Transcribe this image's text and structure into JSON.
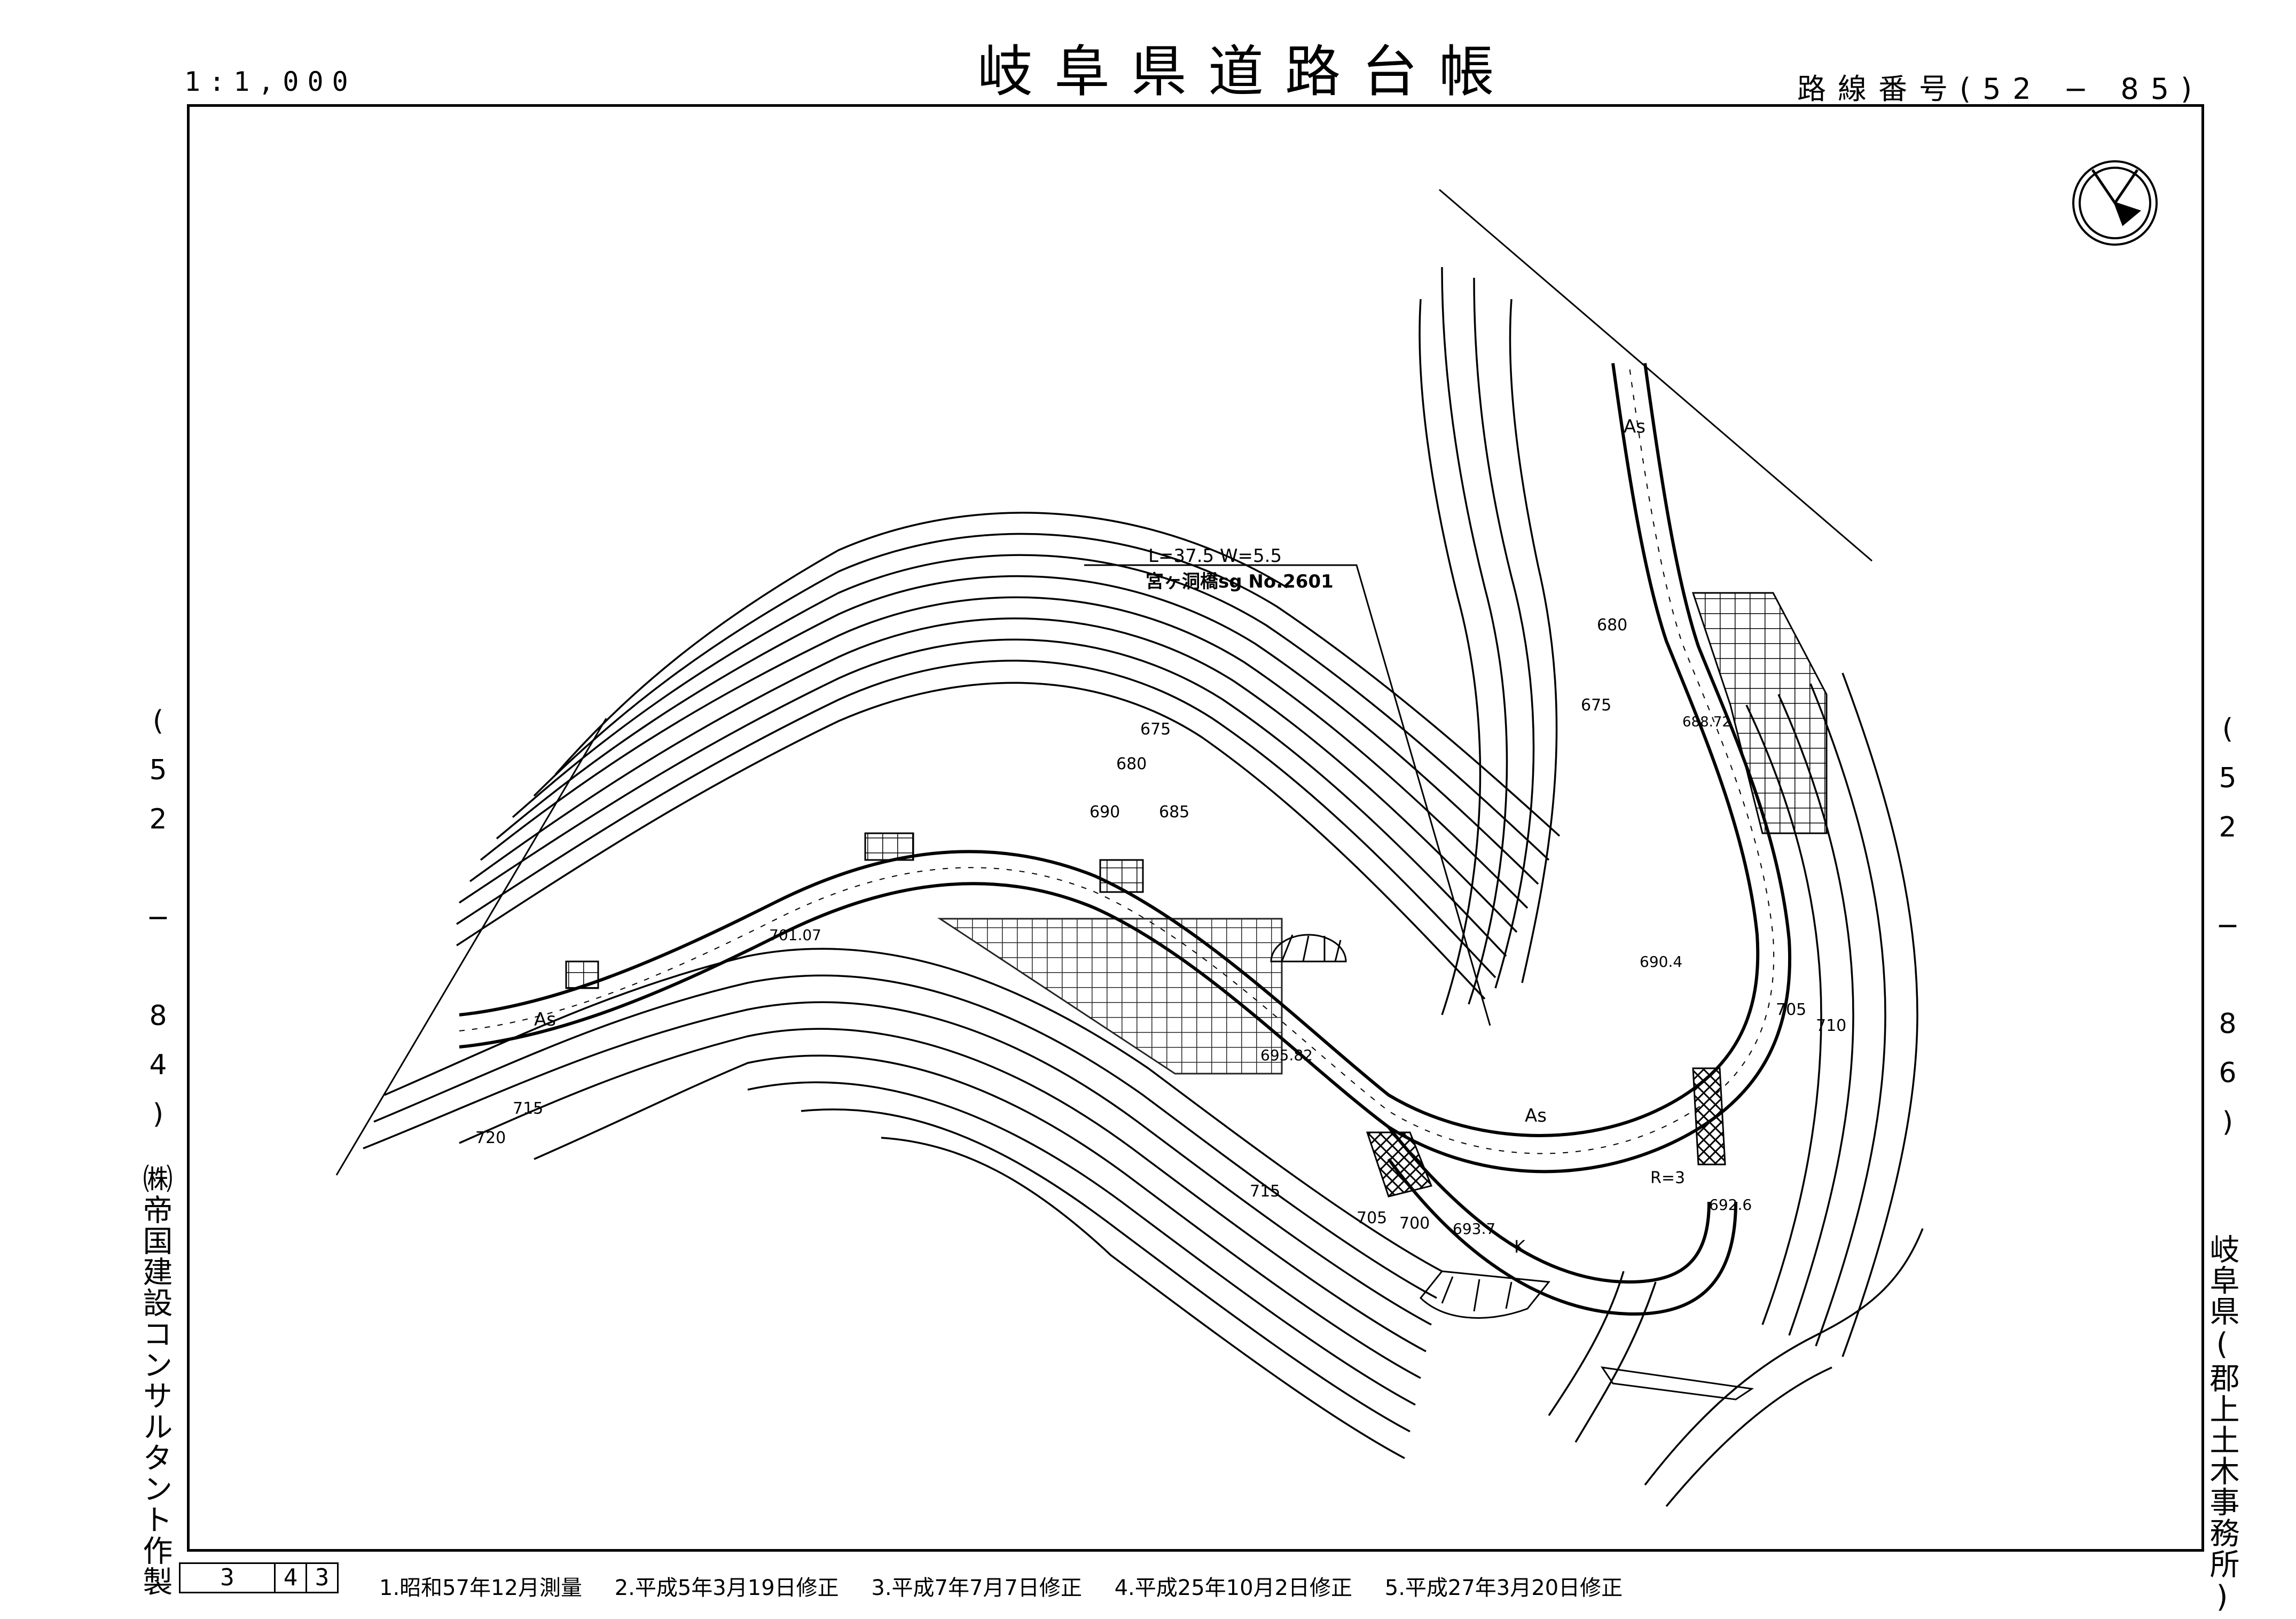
{
  "header": {
    "scale": "1:1,000",
    "title": "岐阜県道路台帳",
    "route_number": "路線番号(52 − 85)"
  },
  "margins": {
    "adjacent_left": "(52 − 84)",
    "adjacent_right": "(52 − 86)",
    "maker": "㈱帝国建設コンサルタント作製",
    "office": "岐阜県(郡上土木事務所)"
  },
  "sheet": {
    "cells": [
      "3",
      "4",
      "3"
    ]
  },
  "history": [
    "1.昭和57年12月測量",
    "2.平成5年3月19日修正",
    "3.平成7年7月7日修正",
    "4.平成25年10月2日修正",
    "5.平成27年3月20日修正"
  ],
  "bridge": {
    "dims": "L=37.5 W=5.5",
    "name": "宮ヶ洞橋sg No.2601"
  },
  "map_labels": {
    "contours": [
      "675",
      "680",
      "685",
      "690",
      "715",
      "720",
      "715",
      "705",
      "700",
      "705",
      "710",
      "675",
      "680"
    ],
    "elevations": [
      "701.07",
      "695.82",
      "688.72",
      "690.4",
      "693.7",
      "692.6"
    ],
    "surface": [
      "As",
      "As",
      "As"
    ],
    "misc": [
      "K",
      "R=3"
    ]
  },
  "icons": {
    "north": "north-arrow-icon"
  }
}
